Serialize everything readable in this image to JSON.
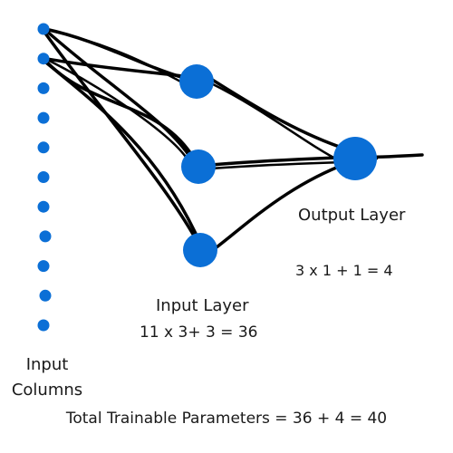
{
  "diagram": {
    "input_columns_label_line1": "Input",
    "input_columns_label_line2": "Columns",
    "input_layer_label": "Input Layer",
    "input_layer_params": "11 x 3+ 3 = 36",
    "output_layer_label": "Output Layer",
    "output_layer_params": "3 x 1 + 1 = 4",
    "total_params": "Total Trainable Parameters = 36 + 4 = 40",
    "input_node_count": 11,
    "hidden_node_count": 3,
    "output_node_count": 1,
    "colors": {
      "node": "#0b6fd6",
      "edge": "#000000",
      "text": "#1a1a1a"
    }
  }
}
